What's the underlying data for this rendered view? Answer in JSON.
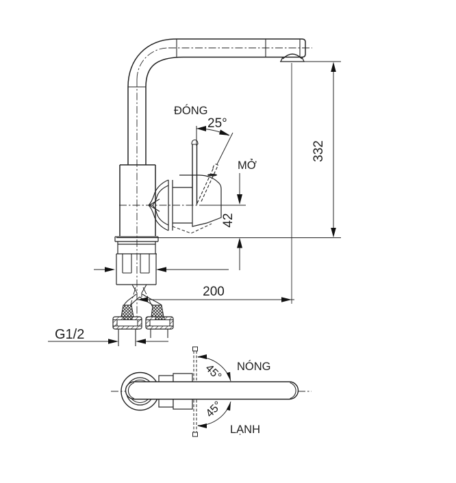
{
  "figure": {
    "type": "technical-installation-drawing",
    "subject": "single-lever kitchen mixer faucet, side elevation and plan view",
    "background": "#ffffff",
    "line_color": "#222222"
  },
  "labels": {
    "closed": "ĐÓNG",
    "open": "MỞ",
    "hot": "NÓNG",
    "cold": "LẠNH"
  },
  "dimensions": {
    "handle_angle": "25°",
    "spout_height": "332",
    "handle_to_deck": "42",
    "spout_reach": "200",
    "thread_size": "G1/2",
    "swing_hot": "45°",
    "swing_cold": "45°"
  }
}
